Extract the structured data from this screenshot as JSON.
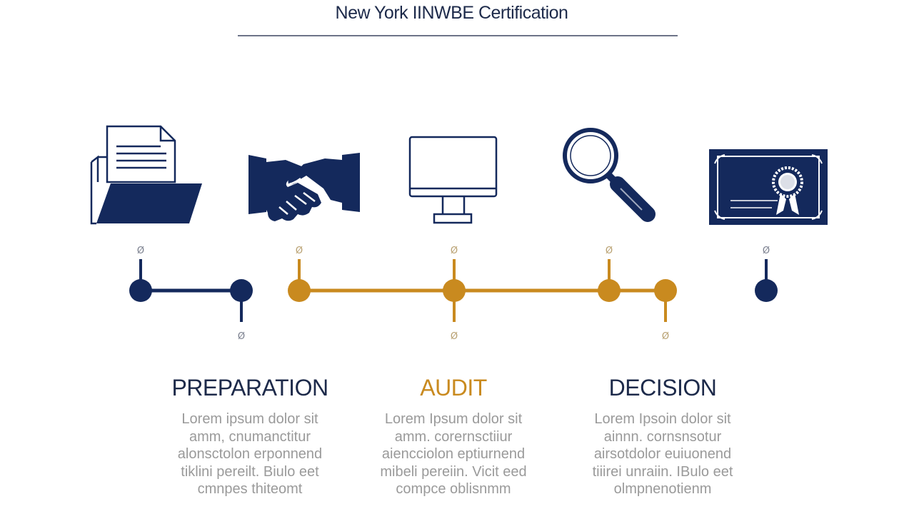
{
  "title": "New York IINWBE Certification",
  "colors": {
    "navy": "#14295c",
    "gold": "#c98a1f",
    "text_gray": "#9a9a9a"
  },
  "icons": [
    "document-folder-icon",
    "handshake-icon",
    "computer-monitor-icon",
    "magnifying-glass-icon",
    "certificate-icon"
  ],
  "timeline": {
    "nodes": [
      {
        "color": "navy",
        "stem": "up",
        "mark": "Ø"
      },
      {
        "color": "navy",
        "stem": "down",
        "mark": "Ø"
      },
      {
        "color": "gold",
        "stem": "up",
        "mark": "Ø"
      },
      {
        "color": "gold",
        "stem": "both",
        "mark": "Ø",
        "mark_below": "Ø"
      },
      {
        "color": "gold",
        "stem": "up",
        "mark": "Ø"
      },
      {
        "color": "gold",
        "stem": "down",
        "mark": "Ø"
      },
      {
        "color": "navy",
        "stem": "up",
        "mark": "Ø"
      }
    ]
  },
  "phases": [
    {
      "title": "PREPARATION",
      "color": "#1d2a4a",
      "description": "Lorem ipsum dolor sit\namm, cnumanctitur\nalonsctolon erponnend\ntiklini pereilt. Biulo eet\ncmnpes thiteomt"
    },
    {
      "title": "AUDIT",
      "color": "#c98a1f",
      "description": "Lorem Ipsum dolor sit\namm. corernsctiiur\naiencciolon eptiurnend\nmibeli pereiin. Vicit eed\ncompce oblisnmm"
    },
    {
      "title": "DECISION",
      "color": "#1d2a4a",
      "description": "Lorem Ipsoin dolor sit\nainnn. cornsnsotur\nairsotdolor euiuonend\ntiiirei unraiin. IBulo eet\nolmpnenotienm"
    }
  ]
}
